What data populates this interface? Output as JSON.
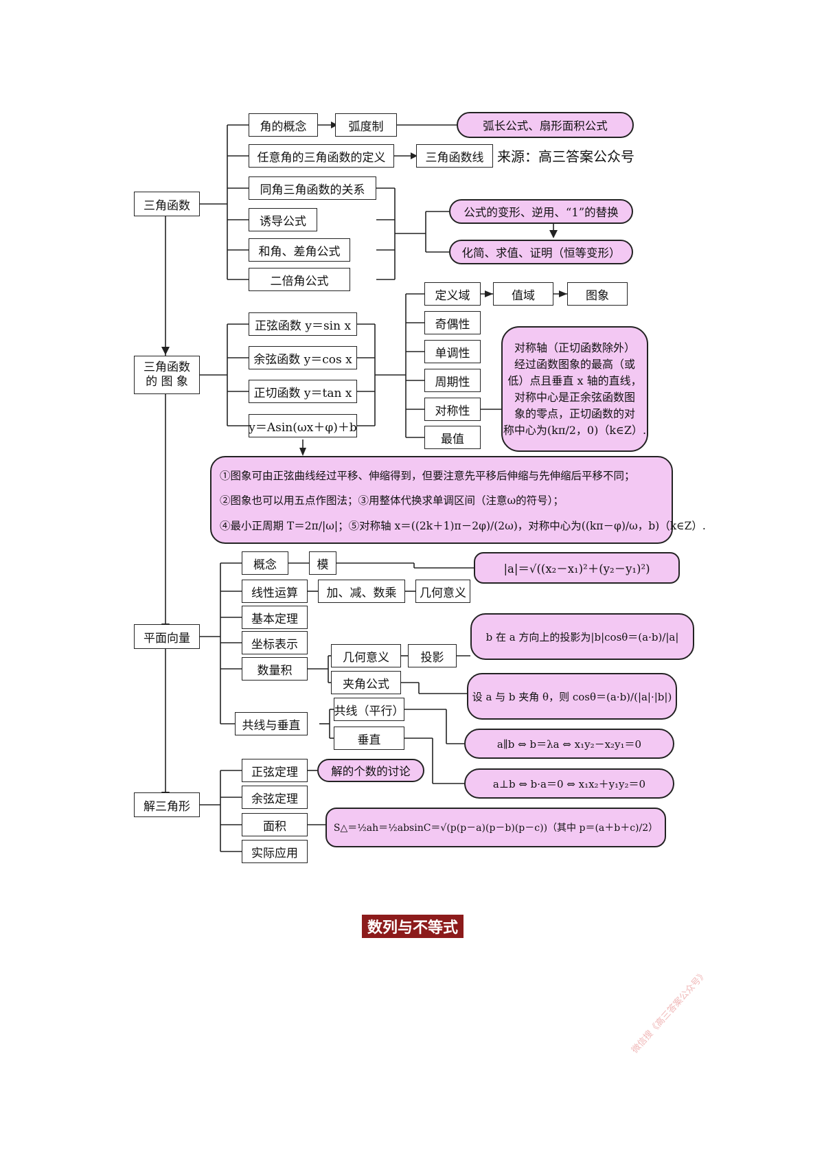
{
  "roots": {
    "trig": "三角函数",
    "trig_graph": "三角函数\n的 图 象",
    "vector": "平面向量",
    "triangle": "解三角形"
  },
  "trig_section": {
    "angle_concept": "角的概念",
    "radian": "弧度制",
    "arc_formula": "弧长公式、扇形面积公式",
    "any_angle_def": "任意角的三角函数的定义",
    "trig_line": "三角函数线",
    "source_note": "来源：高三答案公众号",
    "same_angle": "同角三角函数的关系",
    "induction": "诱导公式",
    "sum_diff": "和角、差角公式",
    "double_angle": "二倍角公式",
    "transform": "公式的变形、逆用、“1”的替换",
    "simplify": "化简、求值、证明（恒等变形）"
  },
  "graph_section": {
    "functions": [
      "正弦函数 y＝sin x",
      "余弦函数 y＝cos x",
      "正切函数 y＝tan x",
      "y＝Asin(ωx＋φ)＋b"
    ],
    "properties": [
      "定义域",
      "奇偶性",
      "单调性",
      "周期性",
      "对称性",
      "最值"
    ],
    "range": "值域",
    "image": "图象",
    "symmetry_note": [
      "对称轴（正切函数除外）",
      "经过函数图象的最高（或",
      "低）点且垂直 x 轴的直线，",
      "对称中心是正余弦函数图",
      "象的零点，正切函数的对",
      "称中心为(kπ/2，0)（k∈Z）."
    ],
    "notes": [
      "①图象可由正弦曲线经过平移、伸缩得到，但要注意先平移后伸缩与先伸缩后平移不同；",
      "②图象也可以用五点作图法；③用整体代换求单调区间（注意ω的符号）；",
      "④最小正周期 T＝2π/|ω|；⑤对称轴 x＝((2k＋1)π－2φ)/(2ω)，对称中心为((kπ－φ)/ω，b)（k∈Z）."
    ]
  },
  "vector_section": {
    "concept": "概念",
    "modulus": "模",
    "modulus_formula": "|a|＝√((x₂－x₁)²＋(y₂－y₁)²)",
    "linear_ops": "线性运算",
    "add_sub_mul": "加、减、数乘",
    "geo_meaning": "几何意义",
    "basic_theorem": "基本定理",
    "coord_rep": "坐标表示",
    "dot_product": "数量积",
    "dot_geo": "几何意义",
    "projection": "投影",
    "projection_formula": "b 在 a 方向上的投影为|b|cosθ＝(a·b)/|a|",
    "angle_formula_box": "夹角公式",
    "angle_formula": "设 a 与 b 夹角 θ，则 cosθ＝(a·b)/(|a|·|b|)",
    "collinear_perp": "共线与垂直",
    "collinear": "共线（平行）",
    "parallel_formula": "a∥b ⇔ b＝λa ⇔ x₁y₂－x₂y₁＝0",
    "perpendicular": "垂直",
    "perp_formula": "a⊥b ⇔ b·a＝0 ⇔ x₁x₂＋y₁y₂＝0"
  },
  "triangle_section": {
    "sine_law": "正弦定理",
    "num_solutions": "解的个数的讨论",
    "cosine_law": "余弦定理",
    "area": "面积",
    "area_formula": "S△＝½ah＝½absinC＝√(p(p－a)(p－b)(p－c))（其中 p＝(a＋b＋c)/2）",
    "application": "实际应用"
  },
  "section_heading": "数列与不等式",
  "watermark": "微信搜《高三答案公众号》",
  "colors": {
    "pink_fill": "#f3c8f3",
    "heading_bg": "#8c1b1b",
    "line": "#222222"
  }
}
